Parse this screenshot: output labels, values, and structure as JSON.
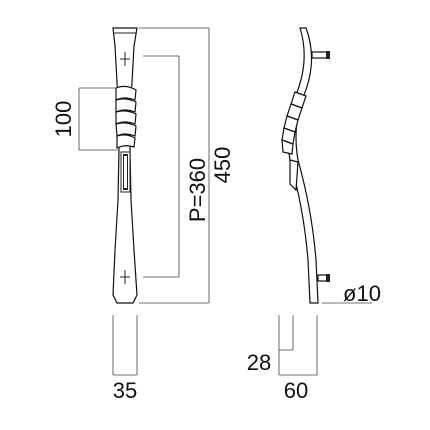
{
  "dimensions": {
    "height_grip": "100",
    "pitch": "P=360",
    "overall_length": "450",
    "width_front": "35",
    "diameter": "ø10",
    "projection_base": "28",
    "projection_total": "60"
  }
}
